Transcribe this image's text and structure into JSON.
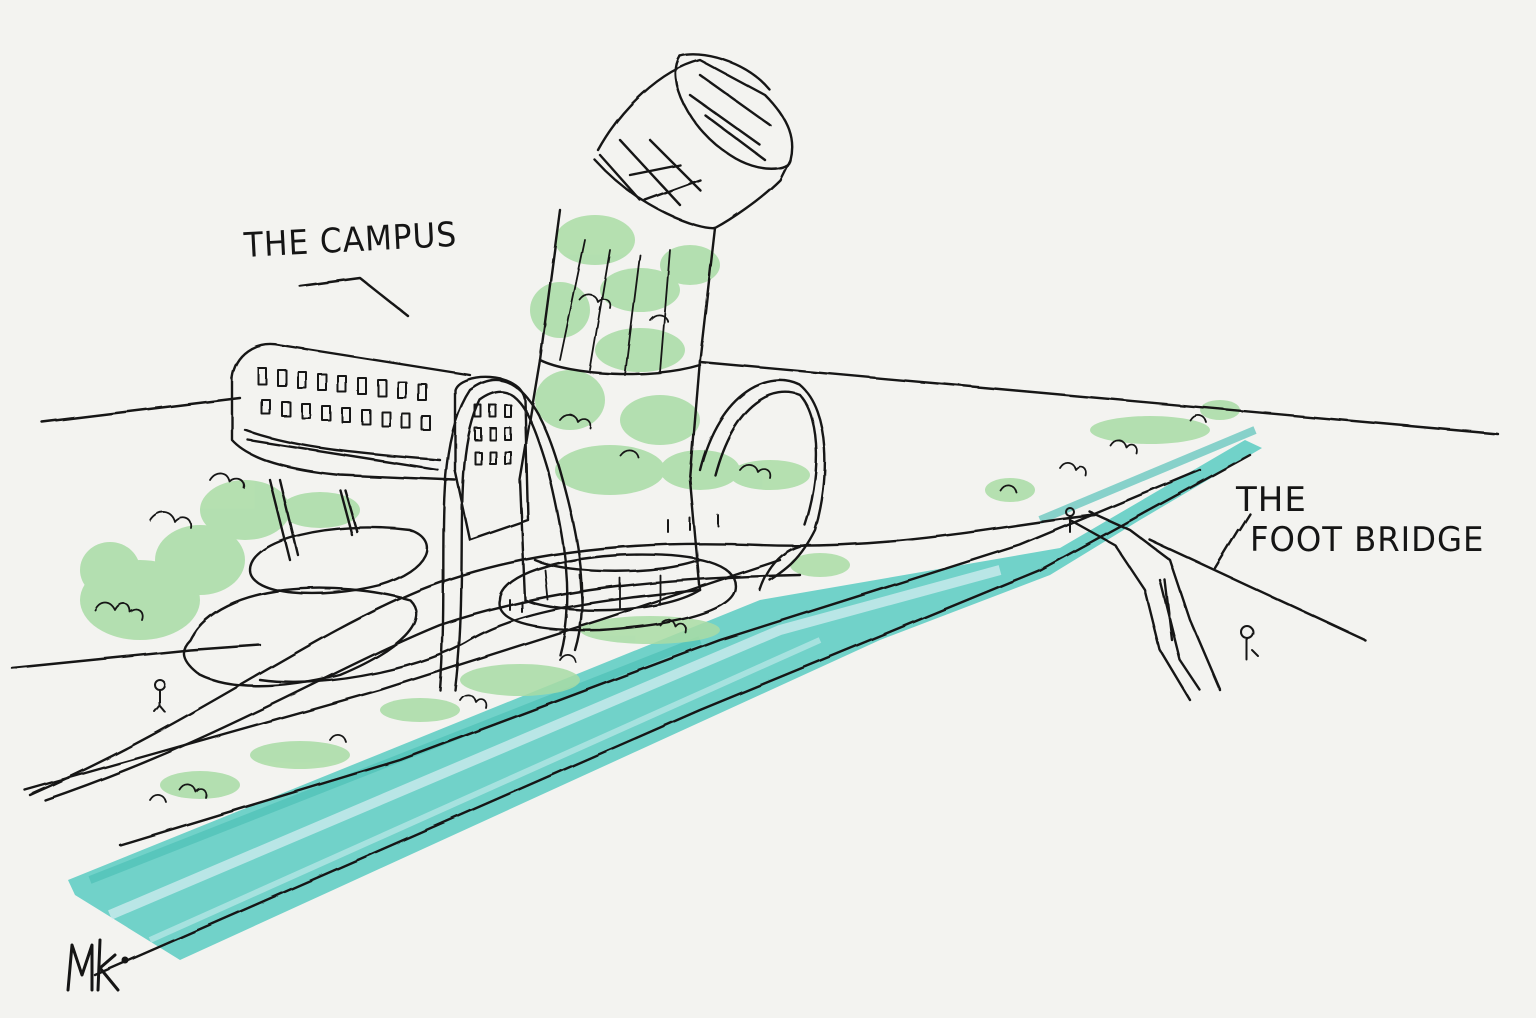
{
  "labels": {
    "campus": "THE CAMPUS",
    "footbridge_line1": "THE",
    "footbridge_line2": "FOOT BRIDGE"
  },
  "signature": "MK.",
  "palette": {
    "paper": "#f3f3f0",
    "ink": "#151515",
    "river": "#4fc9c0",
    "greenery": "#9ed89a"
  }
}
